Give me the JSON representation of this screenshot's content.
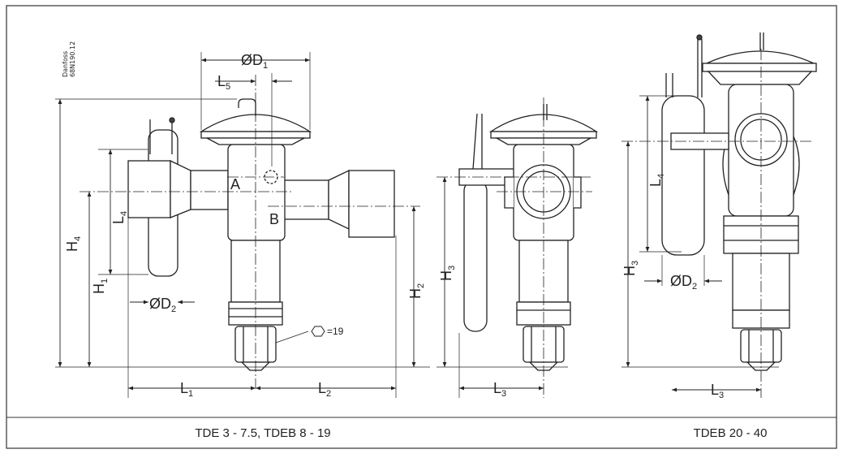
{
  "reference": {
    "brand": "Danfoss",
    "code": "68N190.12"
  },
  "captions": {
    "left": "TDE 3 - 7.5, TDEB 8 - 19",
    "right": "TDEB 20 - 40"
  },
  "ports": {
    "a": "A",
    "b": "B"
  },
  "hex_note": "=19",
  "dimensions": {
    "d1": {
      "main": "ØD",
      "sub": "1"
    },
    "d2_left": {
      "main": "ØD",
      "sub": "2"
    },
    "d2_right": {
      "main": "ØD",
      "sub": "2"
    },
    "l5": {
      "main": "L",
      "sub": "5"
    },
    "l4_left": {
      "main": "L",
      "sub": "4"
    },
    "l4_right": {
      "main": "L",
      "sub": "4"
    },
    "h4": {
      "main": "H",
      "sub": "4"
    },
    "h1": {
      "main": "H",
      "sub": "1"
    },
    "h2": {
      "main": "H",
      "sub": "2"
    },
    "h3_mid": {
      "main": "H",
      "sub": "3"
    },
    "h3_right": {
      "main": "H",
      "sub": "3"
    },
    "l1": {
      "main": "L",
      "sub": "1"
    },
    "l2": {
      "main": "L",
      "sub": "2"
    },
    "l3_mid": {
      "main": "L",
      "sub": "3"
    },
    "l3_right": {
      "main": "L",
      "sub": "3"
    }
  }
}
